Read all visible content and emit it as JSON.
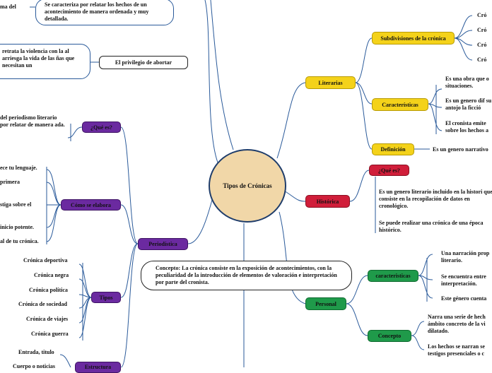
{
  "central": "Tipos de Crónicas",
  "concept": "Concepto: La crónica consiste en la exposición de acontecimientos, con la peculiaridad de la introducción de elementos de valoración e interpretación por parte del cronista.",
  "top_left": {
    "cut_text": "ma del",
    "bubble": "Se caracteriza por relatar los hechos  de un acontecimiento de manera ordenada y muy detallada.",
    "privilegio_bubble": "retrata la violencia con la al arriesga la vida de las ñas que necesitan un",
    "privilegio_label": "El privilegio de abortar"
  },
  "literarias": {
    "label": "Literarias",
    "subdivisiones": {
      "label": "Subdivisiones de la crónica",
      "items": [
        "Cró",
        "Cró",
        "Cró",
        "Cró"
      ]
    },
    "caracteristicas": {
      "label": "Características",
      "items": [
        "Es una obra que o situaciones.",
        "Es un genero dif su antojo la ficció",
        "El cronista emite sobre los hechos a"
      ]
    },
    "definicion": {
      "label": "Definición",
      "text": "Es un genero narrativo"
    }
  },
  "historica": {
    "label": "Histórica",
    "que_es": "¿Qué es?",
    "items": [
      "Es un genero literario incluido en la histori que consiste en la recopilación de datos en cronológico.",
      "Se puede realizar una crónica de una época histórico."
    ]
  },
  "personal": {
    "label": "Personal",
    "caracteristicas": {
      "label": "caracteristicas",
      "items": [
        "Una narración prop literario.",
        "Se encuentra entre interpretación.",
        "Este género cuenta"
      ]
    },
    "concepto": {
      "label": "Concepto",
      "items": [
        "Narra una serie de hech ámbito concreto de la vi dilatado.",
        "Los hechos se narran se testigos presenciales o c"
      ]
    }
  },
  "periodistica": {
    "label": "Periodística",
    "que_es": {
      "label": "¿Qué es?",
      "text": "del periodismo literario por relatar de manera ada."
    },
    "como_se_elabora": {
      "label": "Cómo se elabora",
      "items": [
        "ece tu lenguaje.",
        "primera",
        "stiga sobre el",
        "inicio potente.",
        "al de tu crónica."
      ]
    },
    "tipos": {
      "label": "Tipos",
      "items": [
        "Crónica deportiva",
        "Crónica negra",
        "Crónica política",
        "Crónica de sociedad",
        "Crónica de viajes",
        "Crónica guerra"
      ]
    },
    "estructura": {
      "label": "Estructura",
      "items": [
        "Entrada, titulo",
        "Cuerpo o noticias"
      ]
    }
  },
  "colors": {
    "line": "#2a5a9a",
    "yellow": "#f4d21a",
    "red": "#d01e3a",
    "green": "#1f9a4a",
    "purple": "#6b2aa0",
    "central_fill": "#f1d7a8"
  }
}
